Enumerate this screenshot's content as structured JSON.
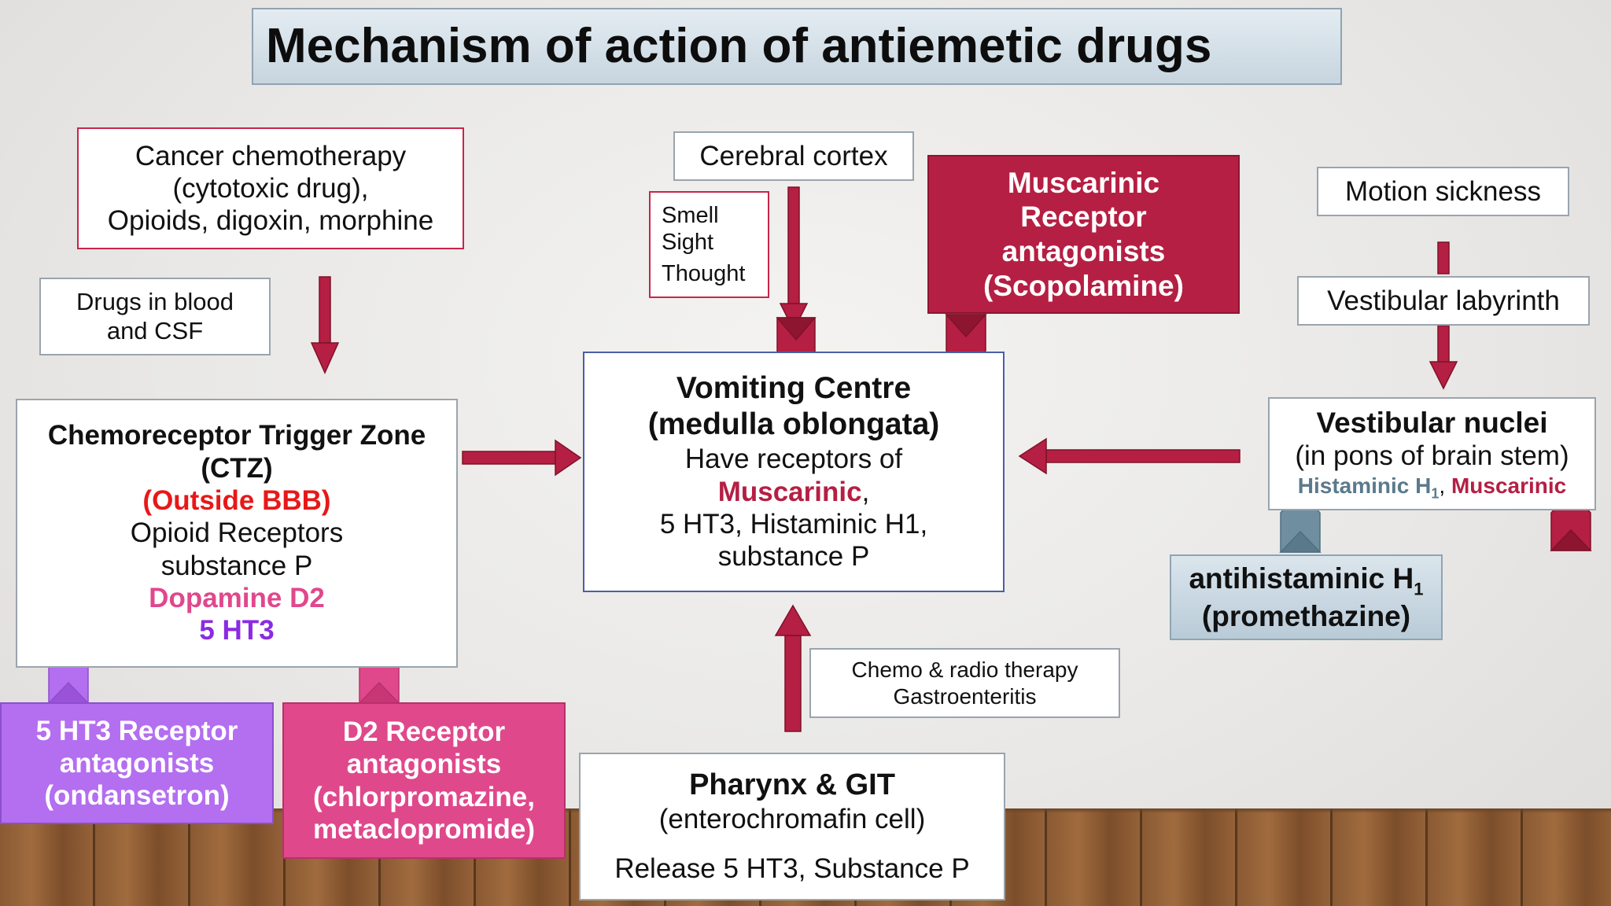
{
  "title": "Mechanism of action of antiemetic drugs",
  "cancer_box": {
    "lines": [
      "Cancer chemotherapy",
      "(cytotoxic drug),",
      "Opioids, digoxin, morphine"
    ]
  },
  "drugs_blood_box": {
    "lines": [
      "Drugs in blood",
      "and CSF"
    ]
  },
  "ctz_box": {
    "title": "Chemoreceptor Trigger Zone",
    "abbr": "(CTZ)",
    "outside": "(Outside BBB)",
    "line1": "Opioid Receptors",
    "line2": "substance P",
    "dopamine": "Dopamine D2",
    "ht3": "5 HT3"
  },
  "ht3_antagonist_box": {
    "lines": [
      "5 HT3 Receptor",
      "antagonists",
      "(ondansetron)"
    ]
  },
  "d2_antagonist_box": {
    "lines": [
      "D2 Receptor",
      "antagonists",
      "(chlorpromazine,",
      "metaclopromide)"
    ]
  },
  "cortex_box": {
    "label": "Cerebral cortex"
  },
  "senses_box": {
    "lines": [
      "Smell",
      "Sight",
      "Thought"
    ]
  },
  "muscarinic_antagonist_box": {
    "lines": [
      "Muscarinic",
      "Receptor",
      "antagonists",
      "(Scopolamine)"
    ]
  },
  "vomiting_box": {
    "title": "Vomiting Centre",
    "subtitle": "(medulla oblongata)",
    "line1": "Have receptors of",
    "muscarinic": "Muscarinic",
    "comma": ",",
    "line2": "5 HT3, Histaminic H1,",
    "line3": "substance P"
  },
  "chemo_radio_box": {
    "lines": [
      "Chemo & radio therapy",
      "Gastroenteritis"
    ]
  },
  "pharynx_box": {
    "title": "Pharynx & GIT",
    "subtitle": "(enterochromafin cell)",
    "release": "Release 5 HT3, Substance P"
  },
  "motion_box": {
    "label": "Motion sickness"
  },
  "labyrinth_box": {
    "label": "Vestibular labyrinth"
  },
  "vestibular_nuclei_box": {
    "title": "Vestibular nuclei",
    "subtitle": "(in pons of brain stem)",
    "histaminic": "Histaminic H",
    "sub": "1",
    "sep": ", ",
    "muscarinic": "Muscarinic"
  },
  "antihistaminic_box": {
    "line1": "antihistaminic H",
    "sub": "1",
    "line2": "(promethazine)"
  },
  "colors": {
    "red_accent": "#b51f43",
    "purple_accent": "#b46ef0",
    "pink_accent": "#e0488c",
    "steel_accent": "#6f8fa0",
    "outside_bbb_red": "#e81818"
  }
}
